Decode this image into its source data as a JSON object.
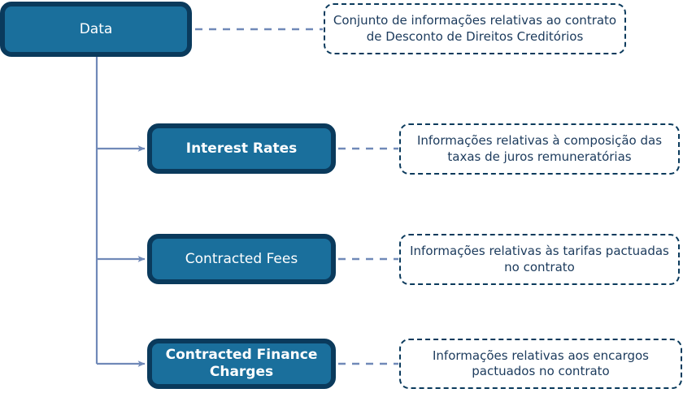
{
  "diagram": {
    "type": "tree-hierarchy",
    "orientation": "left-to-right",
    "colors": {
      "node_fill": "#1a6f9c",
      "node_border": "#0a3a5c",
      "node_text": "#ffffff",
      "note_border": "#0a3a5c",
      "note_text": "#1b3a5c",
      "note_fill": "#ffffff",
      "connector": "#7089b8",
      "background": "#ffffff"
    },
    "root": {
      "label": "Data",
      "note": "Conjunto de informações relativas ao contrato de Desconto de Direitos Creditórios"
    },
    "children": [
      {
        "label": "Interest Rates",
        "note": "Informações relativas à composição das taxas de juros remuneratórias"
      },
      {
        "label": "Contracted Fees",
        "note": "Informações relativas às tarifas pactuadas no contrato"
      },
      {
        "label": "Contracted Finance Charges",
        "note": "Informações relativas aos encargos pactuados no contrato"
      }
    ]
  }
}
